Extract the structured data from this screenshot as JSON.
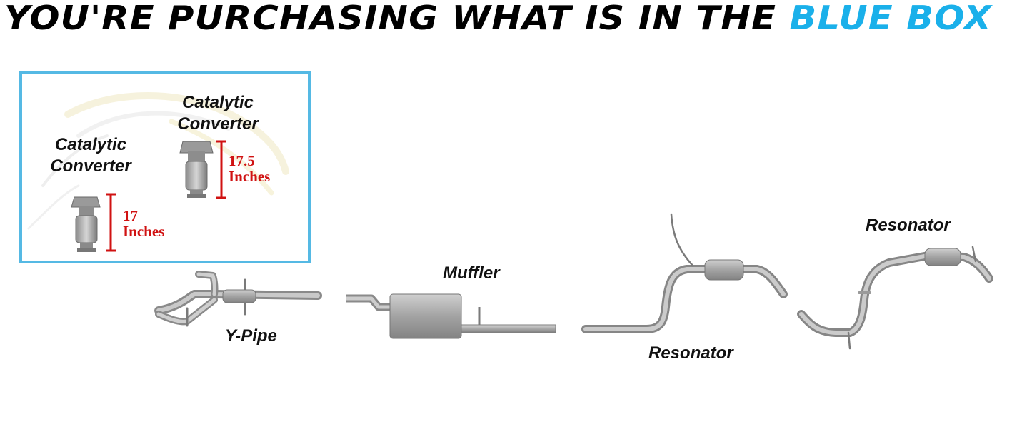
{
  "headline": {
    "prefix": "YOU'RE PURCHASING WHAT IS IN THE",
    "highlight": "BLUE BOX",
    "highlight_color": "#1ab0ea"
  },
  "blue_box": {
    "border_color": "#55b9e4",
    "components": [
      {
        "label_line1": "Catalytic",
        "label_line2": "Converter",
        "length_value": "17",
        "length_unit": "Inches"
      },
      {
        "label_line1": "Catalytic",
        "label_line2": "Converter",
        "length_value": "17.5",
        "length_unit": "Inches"
      }
    ]
  },
  "parts": [
    {
      "label": "Y-Pipe"
    },
    {
      "label": "Muffler"
    },
    {
      "label": "Resonator"
    },
    {
      "label": "Resonator"
    }
  ],
  "measure_color": "#d01212"
}
